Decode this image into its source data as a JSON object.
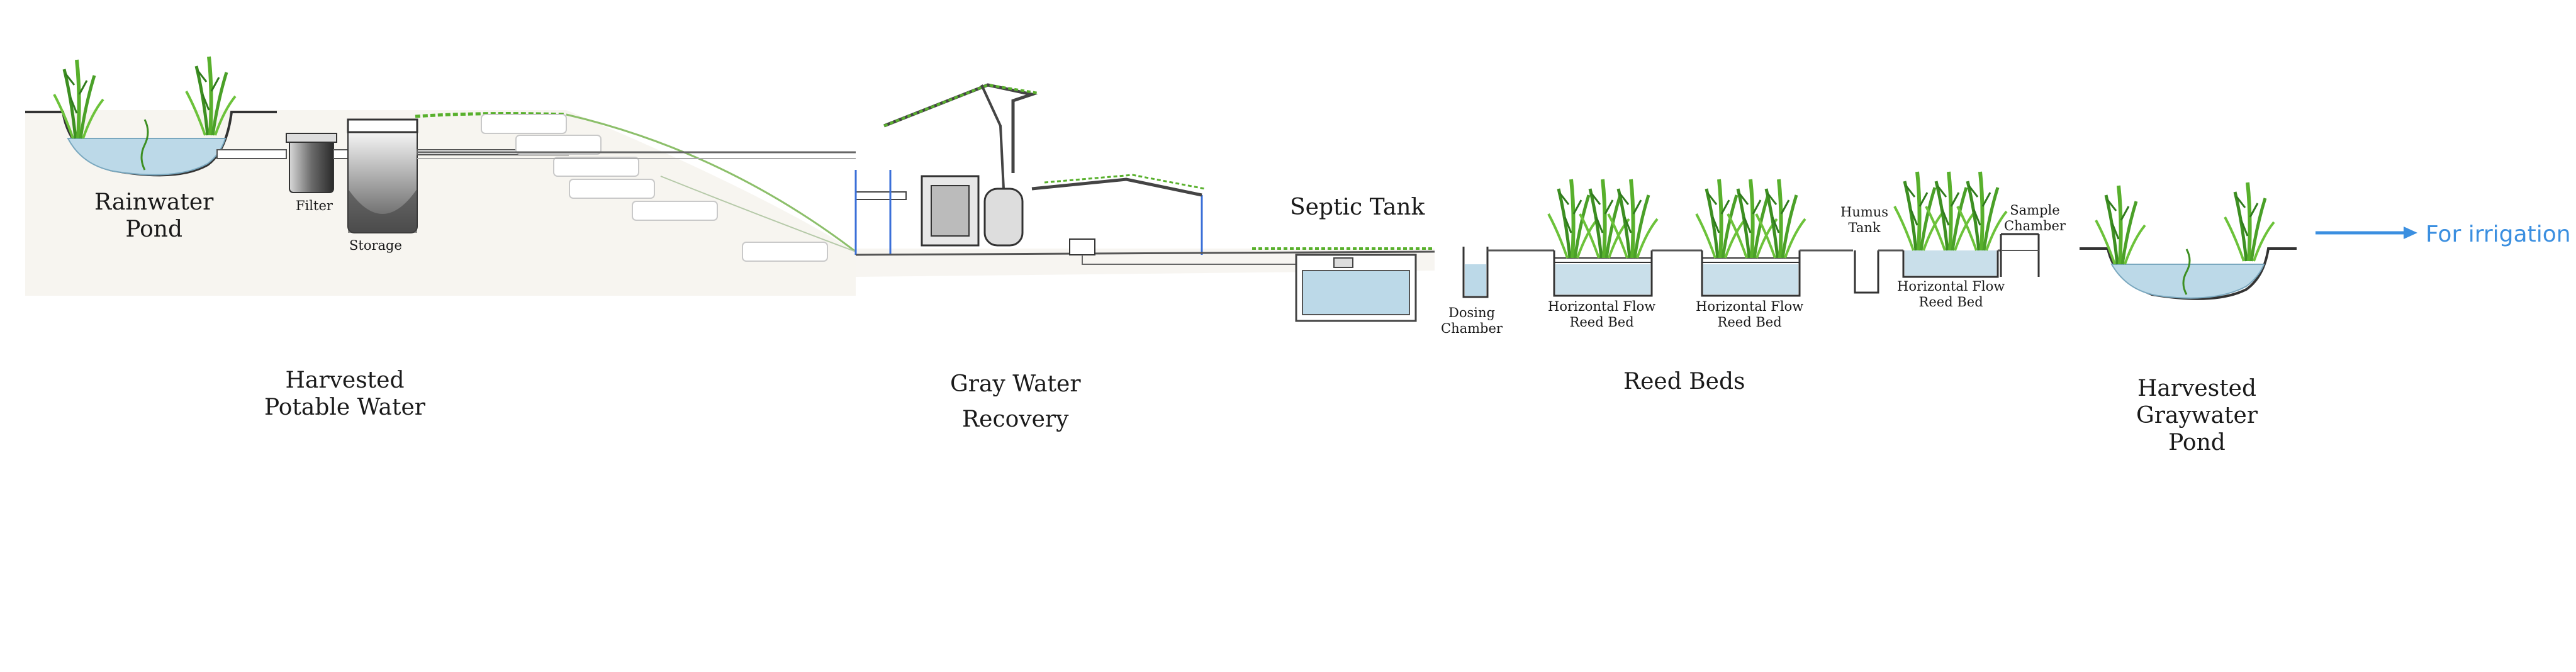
{
  "labels": {
    "rainwater_pond": [
      "Rainwater",
      "Pond"
    ],
    "filter": "Filter",
    "storage": "Storage",
    "harvested_potable": [
      "Harvested",
      "Potable  Water"
    ],
    "gray_water_recovery": [
      "Gray Water",
      "Recovery"
    ],
    "septic_tank": "Septic Tank",
    "dosing_chamber": [
      "Dosing",
      "Chamber"
    ],
    "hf_reed_bed_1": [
      "Horizontal Flow",
      "Reed Bed"
    ],
    "hf_reed_bed_2": [
      "Horizontal Flow",
      "Reed Bed"
    ],
    "reed_beds": "Reed Beds",
    "humus_tank": [
      "Humus",
      "Tank"
    ],
    "hf_reed_bed_3": [
      "Horizontal Flow",
      "Reed Bed"
    ],
    "sample_chamber": [
      "Sample",
      "Chamber"
    ],
    "harvested_graywater_pond": [
      "Harvested",
      "Graywater",
      "Pond"
    ],
    "for_irrigation": "For irrigation"
  },
  "colors": {
    "water": "#bcd9e8",
    "reed": "#58b02c",
    "reed_dark": "#2f7a1c",
    "line": "#333333",
    "pipe_blue": "#3a6fd8",
    "arrow": "#3b8fe0",
    "ground": "#f3efe8"
  }
}
